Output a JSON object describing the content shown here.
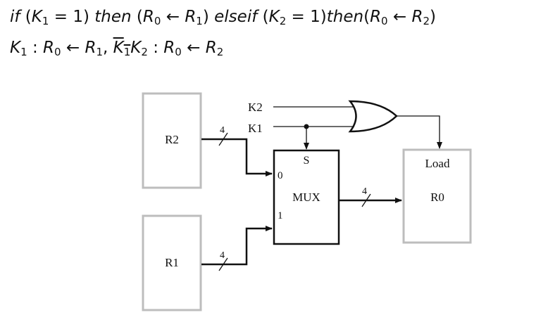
{
  "equation": {
    "line1": {
      "kw_if": "if",
      "open1": " (",
      "K": "K",
      "sub1": "1",
      "eq1": " = 1) ",
      "kw_then": "then",
      "open2": " (",
      "R": "R",
      "sub0": "0",
      "arrow1": " ← ",
      "R1": "R",
      "sub1b": "1",
      "close2": ") ",
      "kw_elseif": "elseif",
      "open3": " (",
      "K2": "K",
      "sub2": "2",
      "eq2": " = 1)",
      "kw_then2": "then",
      "open4": "(",
      "R0b": "R",
      "sub0b": "0",
      "arrow2": " ← ",
      "R2": "R",
      "sub2b": "2",
      "close4": ")"
    },
    "line2": {
      "K1": "K",
      "sub1": "1",
      "colon1": " : ",
      "R0": "R",
      "sub0": "0",
      "arrow1": " ← ",
      "R1": "R",
      "sub1b": "1",
      "comma": ", ",
      "K1bar": "K",
      "sub1bar": "1",
      "K2": "K",
      "sub2": "2",
      "colon2": " : ",
      "R0b": "R",
      "sub0b": "0",
      "arrow2": " ← ",
      "R2": "R",
      "sub2b": "2"
    }
  },
  "diagram": {
    "r2_label": "R2",
    "r1_label": "R1",
    "r0_load_label": "Load",
    "r0_label": "R0",
    "mux_label": "MUX",
    "mux_select": "S",
    "mux_in0": "0",
    "mux_in1": "1",
    "k2_label": "K2",
    "k1_label": "K1",
    "bus_width_r2": "4",
    "bus_width_r1": "4",
    "bus_width_out": "4"
  }
}
